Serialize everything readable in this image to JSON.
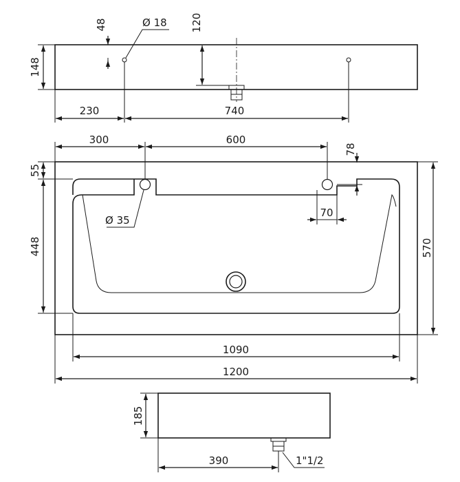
{
  "top_view": {
    "height_148": "148",
    "dim_48": "48",
    "dia_18": "Ø 18",
    "dim_120": "120",
    "dim_230": "230",
    "dim_740": "740"
  },
  "plan_view": {
    "dim_300": "300",
    "dim_600": "600",
    "dim_78": "78",
    "dim_55": "55",
    "dia_35": "Ø 35",
    "dim_70": "70",
    "dim_448": "448",
    "dim_570": "570",
    "dim_1090": "1090",
    "dim_1200": "1200"
  },
  "side_view": {
    "dim_185": "185",
    "dim_390": "390",
    "thread": "1\"1/2"
  }
}
